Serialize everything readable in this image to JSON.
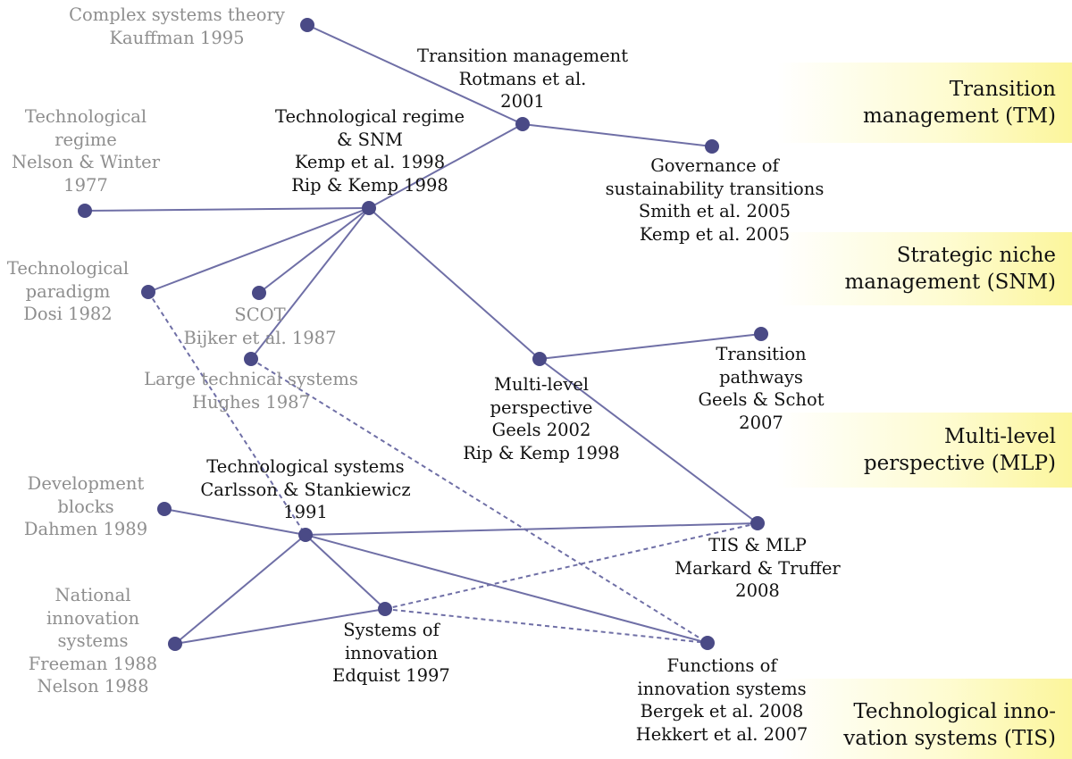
{
  "colors": {
    "node": "#4a4a86",
    "edge": "#6f6fa6",
    "grey_text": "#8e8e8e",
    "dark_text": "#111111",
    "band": "#fcf59a"
  },
  "categories": [
    {
      "id": "tm",
      "lines": [
        "Transition",
        "management (TM)"
      ]
    },
    {
      "id": "snm",
      "lines": [
        "Strategic niche",
        "management (SNM)"
      ]
    },
    {
      "id": "mlp",
      "lines": [
        "Multi-level",
        "perspective (MLP)"
      ]
    },
    {
      "id": "tis",
      "lines": [
        "Technological inno-",
        "vation systems (TIS)"
      ]
    }
  ],
  "nodes": [
    {
      "id": "complex",
      "tone": "grey",
      "lines": [
        "Complex systems theory",
        "Kauffman 1995"
      ]
    },
    {
      "id": "tm2001",
      "tone": "dark",
      "lines": [
        "Transition management",
        "Rotmans et al.",
        "2001"
      ]
    },
    {
      "id": "tr_nw",
      "tone": "grey",
      "lines": [
        "Technological",
        "regime",
        "Nelson & Winter",
        "1977"
      ]
    },
    {
      "id": "tr_snm",
      "tone": "dark",
      "lines": [
        "Technological regime",
        "& SNM",
        "Kemp et al. 1998",
        "Rip & Kemp 1998"
      ]
    },
    {
      "id": "governance",
      "tone": "dark",
      "lines": [
        "Governance of",
        "sustainability transitions",
        "Smith et al. 2005",
        "Kemp et al. 2005"
      ]
    },
    {
      "id": "paradigm",
      "tone": "grey",
      "lines": [
        "Technological",
        "paradigm",
        "Dosi 1982"
      ]
    },
    {
      "id": "scot",
      "tone": "grey",
      "lines": [
        "SCOT",
        "Bijker et al. 1987"
      ]
    },
    {
      "id": "lts",
      "tone": "grey",
      "lines": [
        "Large technical systems",
        "Hughes 1987"
      ]
    },
    {
      "id": "mlp2002",
      "tone": "dark",
      "lines": [
        "Multi-level",
        "perspective",
        "Geels 2002",
        "Rip & Kemp 1998"
      ]
    },
    {
      "id": "pathways",
      "tone": "dark",
      "lines": [
        "Transition",
        "pathways",
        "Geels & Schot",
        "2007"
      ]
    },
    {
      "id": "devblocks",
      "tone": "grey",
      "lines": [
        "Development",
        "blocks",
        "Dahmen 1989"
      ]
    },
    {
      "id": "techsys",
      "tone": "dark",
      "lines": [
        "Technological systems",
        "Carlsson & Stankiewicz",
        "1991"
      ]
    },
    {
      "id": "tismlp",
      "tone": "dark",
      "lines": [
        "TIS & MLP",
        "Markard & Truffer",
        "2008"
      ]
    },
    {
      "id": "nis",
      "tone": "grey",
      "lines": [
        "National",
        "innovation",
        "systems",
        "Freeman 1988",
        "Nelson 1988"
      ]
    },
    {
      "id": "soi",
      "tone": "dark",
      "lines": [
        "Systems of",
        "innovation",
        "Edquist 1997"
      ]
    },
    {
      "id": "functions",
      "tone": "dark",
      "lines": [
        "Functions of",
        "innovation systems",
        "Bergek et al. 2008",
        "Hekkert et al. 2007"
      ]
    }
  ],
  "edges": [
    {
      "from": "complex",
      "to": "tm2001",
      "style": "solid"
    },
    {
      "from": "tm2001",
      "to": "governance",
      "style": "solid"
    },
    {
      "from": "tm2001",
      "to": "tr_snm",
      "style": "solid"
    },
    {
      "from": "tr_nw",
      "to": "tr_snm",
      "style": "solid"
    },
    {
      "from": "paradigm",
      "to": "tr_snm",
      "style": "solid"
    },
    {
      "from": "scot",
      "to": "tr_snm",
      "style": "solid"
    },
    {
      "from": "lts",
      "to": "tr_snm",
      "style": "solid"
    },
    {
      "from": "tr_snm",
      "to": "mlp2002",
      "style": "solid"
    },
    {
      "from": "mlp2002",
      "to": "pathways",
      "style": "solid"
    },
    {
      "from": "mlp2002",
      "to": "tismlp",
      "style": "solid"
    },
    {
      "from": "paradigm",
      "to": "techsys",
      "style": "dashed"
    },
    {
      "from": "lts",
      "to": "functions",
      "style": "dashed"
    },
    {
      "from": "devblocks",
      "to": "techsys",
      "style": "solid"
    },
    {
      "from": "techsys",
      "to": "tismlp",
      "style": "solid"
    },
    {
      "from": "techsys",
      "to": "soi",
      "style": "solid"
    },
    {
      "from": "techsys",
      "to": "functions",
      "style": "solid"
    },
    {
      "from": "techsys",
      "to": "nis",
      "style": "solid"
    },
    {
      "from": "nis",
      "to": "soi",
      "style": "solid"
    },
    {
      "from": "soi",
      "to": "tismlp",
      "style": "dashed"
    },
    {
      "from": "soi",
      "to": "functions",
      "style": "dashed"
    }
  ]
}
